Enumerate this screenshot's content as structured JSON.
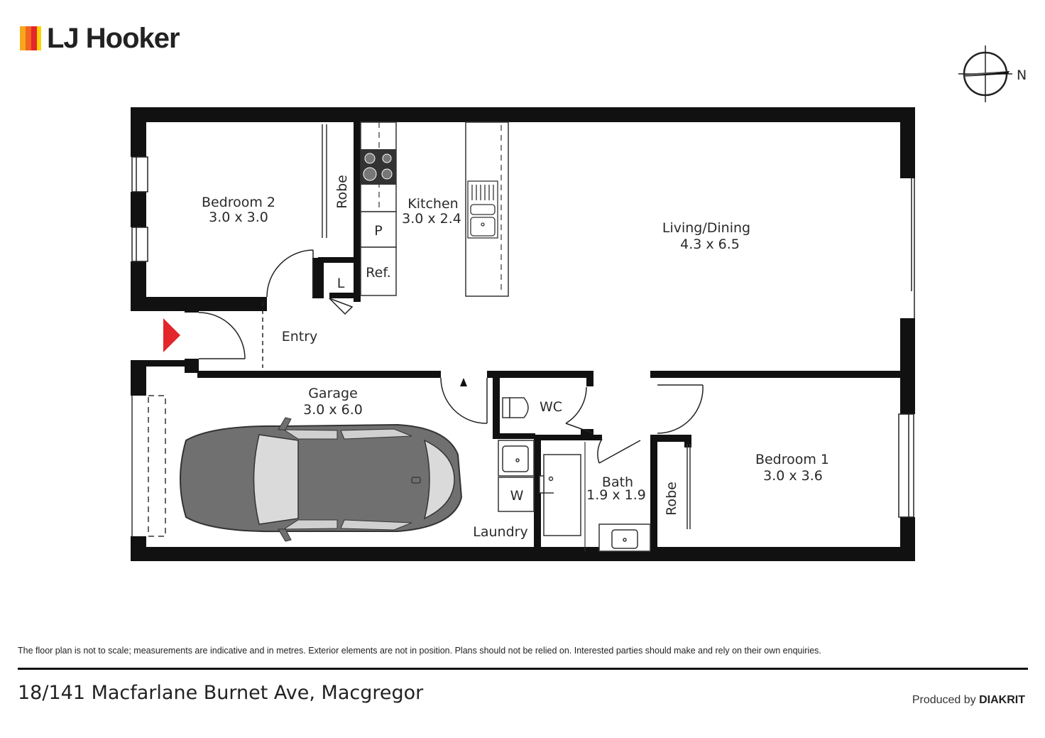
{
  "header": {
    "brand": "LJ Hooker",
    "logo_colors": [
      "#f7a71b",
      "#f26522",
      "#e3262b",
      "#ffd200"
    ]
  },
  "compass": {
    "label": "N"
  },
  "rooms": {
    "bedroom2": {
      "name": "Bedroom 2",
      "size": "3.0 x 3.0"
    },
    "robe_bed2": {
      "name": "Robe"
    },
    "kitchen": {
      "name": "Kitchen",
      "size": "3.0 x 2.4"
    },
    "pantry": {
      "name": "P"
    },
    "fridge": {
      "name": "Ref."
    },
    "linen": {
      "name": "L"
    },
    "living": {
      "name": "Living/Dining",
      "size": "4.3 x 6.5"
    },
    "entry": {
      "name": "Entry"
    },
    "garage": {
      "name": "Garage",
      "size": "3.0 x 6.0"
    },
    "wc": {
      "name": "WC"
    },
    "washer": {
      "name": "W"
    },
    "laundry": {
      "name": "Laundry"
    },
    "bath": {
      "name": "Bath",
      "size": "1.9 x 1.9"
    },
    "robe_bed1": {
      "name": "Robe"
    },
    "bedroom1": {
      "name": "Bedroom 1",
      "size": "3.0 x 3.6"
    }
  },
  "entry_arrow_color": "#e3262b",
  "disclaimer": "The floor plan is not to scale; measurements are indicative and in metres. Exterior elements are not in position. Plans should not be relied on. Interested parties should make and rely on their own enquiries.",
  "address": "18/141 Macfarlane Burnet Ave, Macgregor",
  "producer": {
    "prefix": "Produced by",
    "name": "DIAKRIT"
  }
}
